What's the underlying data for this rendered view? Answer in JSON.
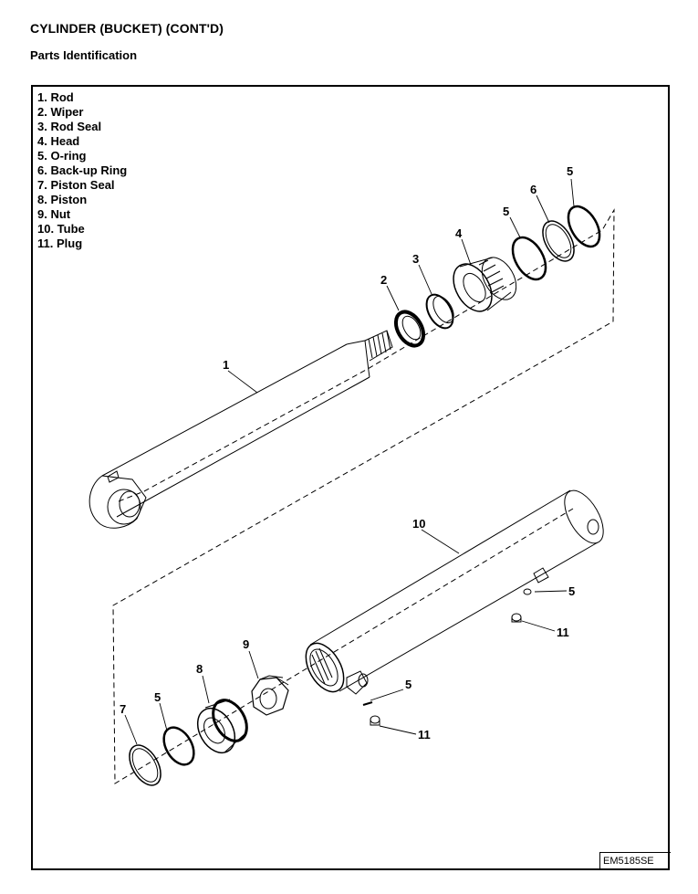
{
  "header": {
    "title": "CYLINDER (BUCKET) (CONT'D)",
    "subtitle": "Parts Identification"
  },
  "legend": [
    "1. Rod",
    "2. Wiper",
    "3. Rod Seal",
    "4. Head",
    "5. O-ring",
    "6. Back-up Ring",
    "7. Piston Seal",
    "8. Piston",
    "9. Nut",
    "10. Tube",
    "11. Plug"
  ],
  "callouts": {
    "rod": "1",
    "wiper": "2",
    "rod_seal": "3",
    "head": "4",
    "oring_head_a": "5",
    "backup_ring": "6",
    "oring_head_b": "5",
    "tube": "10",
    "oring_port_a": "5",
    "plug_a": "11",
    "nut": "9",
    "piston": "8",
    "oring_piston": "5",
    "piston_seal": "7",
    "oring_port_b": "5",
    "plug_b": "11"
  },
  "figure_code": "EM5185SE"
}
